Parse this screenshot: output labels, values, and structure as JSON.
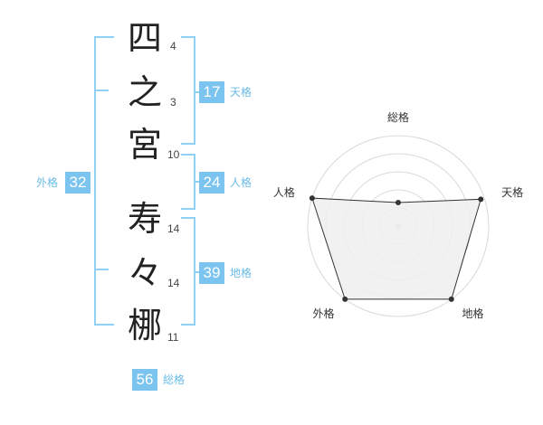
{
  "name_characters": [
    {
      "char": "四",
      "strokes": "4"
    },
    {
      "char": "之",
      "strokes": "3"
    },
    {
      "char": "宮",
      "strokes": "10"
    },
    {
      "char": "寿",
      "strokes": "14"
    },
    {
      "char": "々",
      "strokes": "14"
    },
    {
      "char": "梛",
      "strokes": "11"
    }
  ],
  "fortunes": {
    "tenkaku": {
      "value": "17",
      "label": "天格"
    },
    "jinkaku": {
      "value": "24",
      "label": "人格"
    },
    "chikaku": {
      "value": "39",
      "label": "地格"
    },
    "gaikaku": {
      "value": "32",
      "label": "外格"
    },
    "soukaku": {
      "value": "56",
      "label": "総格"
    }
  },
  "radar": {
    "axes": [
      "総格",
      "天格",
      "地格",
      "外格",
      "人格"
    ],
    "values": [
      0.26,
      0.96,
      1.0,
      1.0,
      1.0
    ],
    "colors": {
      "grid": "#d9d9d9",
      "fill": "#eeeeee",
      "line": "#333333",
      "point": "#333333"
    }
  }
}
